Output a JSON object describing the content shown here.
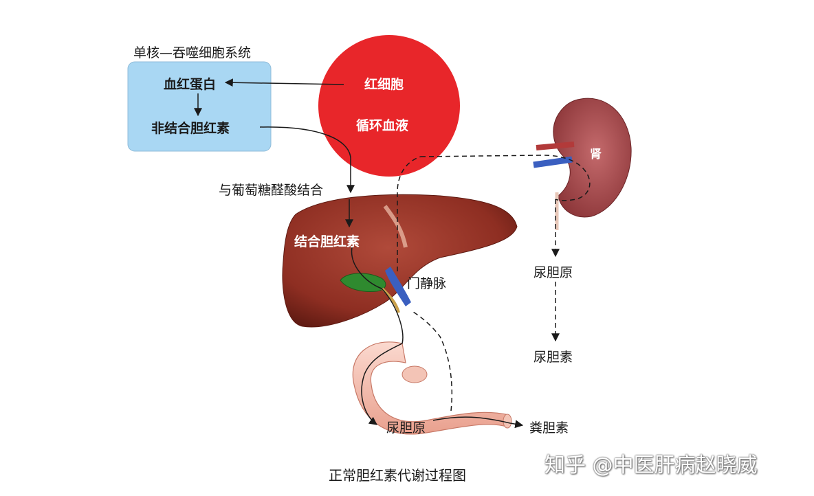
{
  "mps_title": "单核—吞噬细胞系统",
  "mps_box": {
    "hemoglobin": "血红蛋白",
    "unconjugated_bilirubin": "非结合胆红素"
  },
  "blood": {
    "rbc": "红细胞",
    "circulation": "循环血液"
  },
  "glucuronide_step": "与葡萄糖醛酸结合",
  "liver": {
    "conjugated_bilirubin": "结合胆红素",
    "portal_vein": "门静脉"
  },
  "kidney": {
    "label": "肾",
    "urobilinogen": "尿胆原",
    "urobilin": "尿胆素"
  },
  "intestine": {
    "urobilinogen": "尿胆原",
    "stercobilin": "粪胆素"
  },
  "caption": "正常胆红素代谢过程图",
  "watermark": "知乎 @中医肝病赵晓威",
  "colors": {
    "blood": "#e8262a",
    "mps_box": "#a9d7f3",
    "liver": "#8e2e22",
    "kidney": "#a6474a",
    "intestine": "#f0b7a8",
    "gallbladder": "#2f8a2f",
    "vein": "#3a5fc0"
  }
}
